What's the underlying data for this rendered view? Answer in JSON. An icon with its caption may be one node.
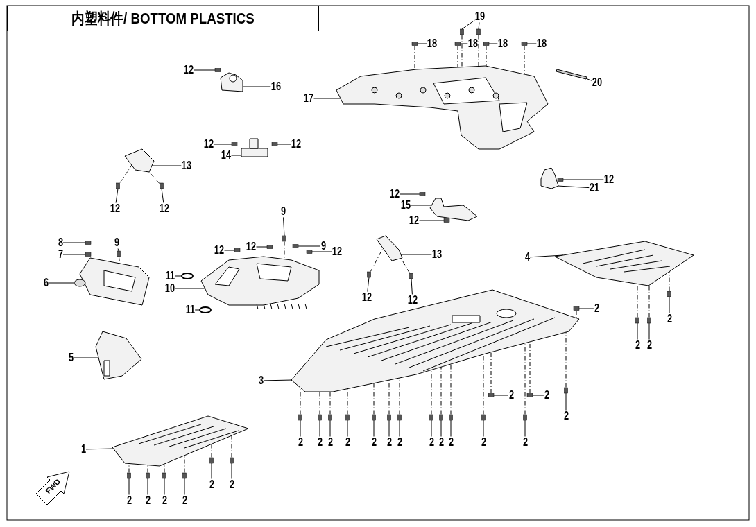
{
  "diagram": {
    "title": "内塑料件/ BOTTOM PLASTICS",
    "nodes": [
      {
        "text": [
          "19"
        ]
      },
      {
        "text": [
          "18"
        ]
      },
      {
        "text": [
          "18"
        ]
      },
      {
        "text": [
          "18"
        ]
      },
      {
        "text": [
          "18"
        ]
      },
      {
        "text": [
          "20"
        ]
      },
      {
        "text": [
          "12"
        ]
      },
      {
        "text": [
          "16"
        ]
      },
      {
        "text": [
          "17"
        ]
      },
      {
        "text": [
          "12"
        ]
      },
      {
        "text": [
          "14"
        ]
      },
      {
        "text": [
          "12"
        ]
      },
      {
        "text": [
          "13"
        ]
      },
      {
        "text": [
          "12"
        ]
      },
      {
        "text": [
          "12"
        ]
      },
      {
        "text": [
          "12"
        ]
      },
      {
        "text": [
          "21"
        ]
      },
      {
        "text": [
          "12"
        ]
      },
      {
        "text": [
          "15"
        ]
      },
      {
        "text": [
          "12"
        ]
      },
      {
        "text": [
          "9"
        ]
      },
      {
        "text": [
          "8"
        ]
      },
      {
        "text": [
          "7"
        ]
      },
      {
        "text": [
          "9"
        ]
      },
      {
        "text": [
          "6"
        ]
      },
      {
        "text": [
          "12"
        ]
      },
      {
        "text": [
          "12"
        ]
      },
      {
        "text": [
          "9"
        ]
      },
      {
        "text": [
          "12"
        ]
      },
      {
        "text": [
          "11"
        ]
      },
      {
        "text": [
          "10"
        ]
      },
      {
        "text": [
          "11"
        ]
      },
      {
        "text": [
          "13"
        ]
      },
      {
        "text": [
          "12"
        ]
      },
      {
        "text": [
          "12"
        ]
      },
      {
        "text": [
          "4"
        ]
      },
      {
        "text": [
          "5"
        ]
      },
      {
        "text": [
          "3"
        ]
      },
      {
        "text": [
          "1"
        ]
      },
      {
        "text": [
          "2"
        ]
      },
      {
        "text": [
          "2"
        ]
      },
      {
        "text": [
          "2"
        ]
      },
      {
        "text": [
          "2"
        ]
      },
      {
        "text": [
          "2"
        ]
      },
      {
        "text": [
          "2"
        ]
      },
      {
        "text": [
          "2"
        ]
      },
      {
        "text": [
          "2"
        ]
      },
      {
        "text": [
          "2"
        ]
      },
      {
        "text": [
          "2"
        ]
      },
      {
        "text": [
          "2"
        ]
      },
      {
        "text": [
          "2"
        ]
      },
      {
        "text": [
          "2"
        ]
      },
      {
        "text": [
          "2"
        ]
      },
      {
        "text": [
          "2"
        ]
      },
      {
        "text": [
          "2"
        ]
      },
      {
        "text": [
          "2"
        ]
      },
      {
        "text": [
          "2"
        ]
      },
      {
        "text": [
          "2"
        ]
      },
      {
        "text": [
          "2"
        ]
      },
      {
        "text": [
          "2"
        ]
      },
      {
        "text": [
          "2"
        ]
      },
      {
        "text": [
          "2"
        ]
      },
      {
        "text": [
          "2"
        ]
      },
      {
        "text": [
          "2"
        ]
      },
      {
        "text": [],
        "shape": "box"
      },
      {
        "text": [],
        "shape": "box"
      },
      {
        "text": [],
        "shape": "box"
      },
      {
        "text": [],
        "shape": "box"
      },
      {
        "text": [],
        "shape": "box"
      },
      {
        "text": [],
        "shape": "box"
      },
      {
        "text": [],
        "shape": "bar"
      },
      {
        "text": [],
        "shape": "box"
      },
      {
        "text": [],
        "shape": "picture"
      },
      {
        "text": [],
        "shape": "picture"
      },
      {
        "text": [],
        "shape": "box"
      },
      {
        "text": [],
        "shape": "picture"
      },
      {
        "text": [],
        "shape": "box"
      },
      {
        "text": [],
        "shape": "picture"
      },
      {
        "text": [],
        "shape": "box"
      },
      {
        "text": [],
        "shape": "box"
      },
      {
        "text": [],
        "shape": "box"
      },
      {
        "text": [],
        "shape": "picture"
      },
      {
        "text": [],
        "shape": "box"
      },
      {
        "text": [],
        "shape": "picture"
      },
      {
        "text": [],
        "shape": "box"
      },
      {
        "text": [],
        "shape": "box"
      },
      {
        "text": [],
        "shape": "box"
      },
      {
        "text": [],
        "shape": "box"
      },
      {
        "text": [],
        "shape": "box"
      },
      {
        "text": [],
        "shape": "picture"
      },
      {
        "text": [],
        "shape": "box"
      },
      {
        "text": [],
        "shape": "box"
      },
      {
        "text": [],
        "shape": "box"
      },
      {
        "text": [],
        "shape": "box"
      },
      {
        "text": [],
        "shape": "circle"
      },
      {
        "text": [],
        "shape": "picture"
      },
      {
        "text": [],
        "shape": "circle"
      },
      {
        "text": [],
        "shape": "picture"
      },
      {
        "text": [],
        "shape": "box"
      },
      {
        "text": [],
        "shape": "box"
      },
      {
        "text": [],
        "shape": "picture"
      },
      {
        "text": [],
        "shape": "picture"
      },
      {
        "text": [],
        "shape": "picture"
      },
      {
        "text": [],
        "shape": "picture"
      },
      {
        "text": [],
        "shape": "box"
      },
      {
        "text": [],
        "shape": "box"
      },
      {
        "text": [],
        "shape": "box"
      },
      {
        "text": [],
        "shape": "box"
      },
      {
        "text": [],
        "shape": "box"
      },
      {
        "text": [],
        "shape": "box"
      },
      {
        "text": [],
        "shape": "box"
      },
      {
        "text": [],
        "shape": "box"
      },
      {
        "text": [],
        "shape": "box"
      },
      {
        "text": [],
        "shape": "box"
      },
      {
        "text": [],
        "shape": "box"
      },
      {
        "text": [],
        "shape": "box"
      },
      {
        "text": [],
        "shape": "box"
      },
      {
        "text": [],
        "shape": "box"
      },
      {
        "text": [],
        "shape": "box"
      },
      {
        "text": [],
        "shape": "box"
      },
      {
        "text": [],
        "shape": "box"
      },
      {
        "text": [],
        "shape": "box"
      },
      {
        "text": [],
        "shape": "box"
      },
      {
        "text": [],
        "shape": "box"
      },
      {
        "text": [],
        "shape": "box"
      },
      {
        "text": [],
        "shape": "box"
      },
      {
        "text": [],
        "shape": "box"
      },
      {
        "text": [],
        "shape": "box"
      },
      {
        "text": [],
        "shape": "box"
      }
    ],
    "edges": [
      {
        "from": 0,
        "to": 64,
        "arrow": "none"
      },
      {
        "from": 0,
        "to": 65,
        "arrow": "none"
      },
      {
        "from": 1,
        "to": 66,
        "arrow": "none"
      },
      {
        "from": 2,
        "to": 67,
        "arrow": "none"
      },
      {
        "from": 3,
        "to": 68,
        "arrow": "none"
      },
      {
        "from": 4,
        "to": 69,
        "arrow": "none"
      },
      {
        "from": 5,
        "to": 70,
        "arrow": "none"
      },
      {
        "from": 6,
        "to": 71,
        "arrow": "none"
      },
      {
        "from": 7,
        "to": 72,
        "arrow": "none"
      },
      {
        "from": 8,
        "to": 73,
        "arrow": "none"
      },
      {
        "from": 9,
        "to": 74,
        "arrow": "none"
      },
      {
        "from": 10,
        "to": 75,
        "arrow": "none"
      },
      {
        "from": 11,
        "to": 76,
        "arrow": "none"
      },
      {
        "from": 12,
        "to": 77,
        "arrow": "none"
      },
      {
        "from": 13,
        "to": 78,
        "arrow": "none"
      },
      {
        "from": 14,
        "to": 79,
        "arrow": "none"
      },
      {
        "from": 15,
        "to": 80,
        "arrow": "none"
      },
      {
        "from": 16,
        "to": 81,
        "arrow": "none"
      },
      {
        "from": 17,
        "to": 82,
        "arrow": "none"
      },
      {
        "from": 18,
        "to": 83,
        "arrow": "none"
      },
      {
        "from": 19,
        "to": 84,
        "arrow": "none"
      },
      {
        "from": 20,
        "to": 85,
        "arrow": "none"
      },
      {
        "from": 21,
        "to": 86,
        "arrow": "none"
      },
      {
        "from": 22,
        "to": 87,
        "arrow": "none"
      },
      {
        "from": 23,
        "to": 88,
        "arrow": "none"
      },
      {
        "from": 24,
        "to": 89,
        "arrow": "none"
      },
      {
        "from": 25,
        "to": 90,
        "arrow": "none"
      },
      {
        "from": 26,
        "to": 91,
        "arrow": "none"
      },
      {
        "from": 27,
        "to": 92,
        "arrow": "none"
      },
      {
        "from": 28,
        "to": 93,
        "arrow": "none"
      },
      {
        "from": 29,
        "to": 94,
        "arrow": "none"
      },
      {
        "from": 30,
        "to": 95,
        "arrow": "none"
      },
      {
        "from": 31,
        "to": 96,
        "arrow": "none"
      },
      {
        "from": 32,
        "to": 97,
        "arrow": "none"
      },
      {
        "from": 33,
        "to": 98,
        "arrow": "none"
      },
      {
        "from": 34,
        "to": 99,
        "arrow": "none"
      },
      {
        "from": 35,
        "to": 100,
        "arrow": "none"
      },
      {
        "from": 36,
        "to": 101,
        "arrow": "none"
      },
      {
        "from": 37,
        "to": 102,
        "arrow": "none"
      },
      {
        "from": 38,
        "to": 103,
        "arrow": "none"
      },
      {
        "from": 39,
        "to": 104,
        "arrow": "none"
      },
      {
        "from": 40,
        "to": 105,
        "arrow": "none"
      },
      {
        "from": 41,
        "to": 106,
        "arrow": "none"
      },
      {
        "from": 42,
        "to": 107,
        "arrow": "none"
      },
      {
        "from": 43,
        "to": 108,
        "arrow": "none"
      },
      {
        "from": 44,
        "to": 109,
        "arrow": "none"
      },
      {
        "from": 45,
        "to": 110,
        "arrow": "none"
      },
      {
        "from": 46,
        "to": 111,
        "arrow": "none"
      },
      {
        "from": 47,
        "to": 112,
        "arrow": "none"
      },
      {
        "from": 48,
        "to": 113,
        "arrow": "none"
      },
      {
        "from": 49,
        "to": 114,
        "arrow": "none"
      },
      {
        "from": 50,
        "to": 115,
        "arrow": "none"
      },
      {
        "from": 51,
        "to": 116,
        "arrow": "none"
      },
      {
        "from": 52,
        "to": 117,
        "arrow": "none"
      },
      {
        "from": 53,
        "to": 118,
        "arrow": "none"
      },
      {
        "from": 54,
        "to": 119,
        "arrow": "none"
      },
      {
        "from": 55,
        "to": 120,
        "arrow": "none"
      },
      {
        "from": 56,
        "to": 121,
        "arrow": "none"
      },
      {
        "from": 57,
        "to": 122,
        "arrow": "none"
      },
      {
        "from": 58,
        "to": 123,
        "arrow": "none"
      },
      {
        "from": 59,
        "to": 124,
        "arrow": "none"
      },
      {
        "from": 60,
        "to": 125,
        "arrow": "none"
      },
      {
        "from": 61,
        "to": 126,
        "arrow": "none"
      },
      {
        "from": 62,
        "to": 127,
        "arrow": "none"
      },
      {
        "from": 63,
        "to": 128,
        "arrow": "none"
      },
      {
        "from": 111,
        "to": 102,
        "arrow": "none",
        "style": "dashed"
      },
      {
        "from": 112,
        "to": 102,
        "arrow": "none",
        "style": "dashed"
      },
      {
        "from": 113,
        "to": 102,
        "arrow": "none",
        "style": "dashed"
      },
      {
        "from": 114,
        "to": 102,
        "arrow": "none",
        "style": "dashed"
      },
      {
        "from": 115,
        "to": 102,
        "arrow": "none",
        "style": "dashed"
      },
      {
        "from": 116,
        "to": 102,
        "arrow": "none",
        "style": "dashed"
      },
      {
        "from": 117,
        "to": 102,
        "arrow": "none",
        "style": "dashed"
      },
      {
        "from": 118,
        "to": 102,
        "arrow": "none",
        "style": "dashed"
      },
      {
        "from": 119,
        "to": 102,
        "arrow": "none",
        "style": "dashed"
      },
      {
        "from": 120,
        "to": 102,
        "arrow": "none",
        "style": "dashed"
      },
      {
        "from": 121,
        "to": 102,
        "arrow": "none",
        "style": "dashed"
      },
      {
        "from": 122,
        "to": 102,
        "arrow": "none",
        "style": "dashed"
      },
      {
        "from": 105,
        "to": 102,
        "arrow": "none",
        "style": "dashed"
      },
      {
        "from": 106,
        "to": 102,
        "arrow": "none",
        "style": "dashed"
      },
      {
        "from": 110,
        "to": 102,
        "arrow": "none",
        "style": "dashed"
      },
      {
        "from": 104,
        "to": 102,
        "arrow": "none",
        "style": "dashed"
      },
      {
        "from": 107,
        "to": 100,
        "arrow": "none",
        "style": "dashed"
      },
      {
        "from": 108,
        "to": 100,
        "arrow": "none",
        "style": "dashed"
      },
      {
        "from": 109,
        "to": 100,
        "arrow": "none",
        "style": "dashed"
      },
      {
        "from": 123,
        "to": 103,
        "arrow": "none",
        "style": "dashed"
      },
      {
        "from": 124,
        "to": 103,
        "arrow": "none",
        "style": "dashed"
      },
      {
        "from": 125,
        "to": 103,
        "arrow": "none",
        "style": "dashed"
      },
      {
        "from": 126,
        "to": 103,
        "arrow": "none",
        "style": "dashed"
      },
      {
        "from": 127,
        "to": 103,
        "arrow": "none",
        "style": "dashed"
      },
      {
        "from": 128,
        "to": 103,
        "arrow": "none",
        "style": "dashed"
      },
      {
        "from": 66,
        "to": 73,
        "arrow": "none",
        "style": "dashed"
      },
      {
        "from": 67,
        "to": 73,
        "arrow": "none",
        "style": "dashed"
      },
      {
        "from": 68,
        "to": 73,
        "arrow": "none",
        "style": "dashed"
      },
      {
        "from": 69,
        "to": 73,
        "arrow": "none",
        "style": "dashed"
      },
      {
        "from": 64,
        "to": 73,
        "arrow": "none",
        "style": "dashed"
      },
      {
        "from": 65,
        "to": 73,
        "arrow": "none",
        "style": "dashed"
      },
      {
        "from": 85,
        "to": 95,
        "arrow": "none",
        "style": "dashed"
      },
      {
        "from": 88,
        "to": 89,
        "arrow": "none",
        "style": "dashed"
      },
      {
        "from": 78,
        "to": 77,
        "arrow": "none",
        "style": "dashed"
      },
      {
        "from": 79,
        "to": 77,
        "arrow": "none",
        "style": "dashed"
      },
      {
        "from": 98,
        "to": 97,
        "arrow": "none",
        "style": "dashed"
      },
      {
        "from": 99,
        "to": 97,
        "arrow": "none",
        "style": "dashed"
      }
    ],
    "labels": [
      "FWD"
    ]
  }
}
